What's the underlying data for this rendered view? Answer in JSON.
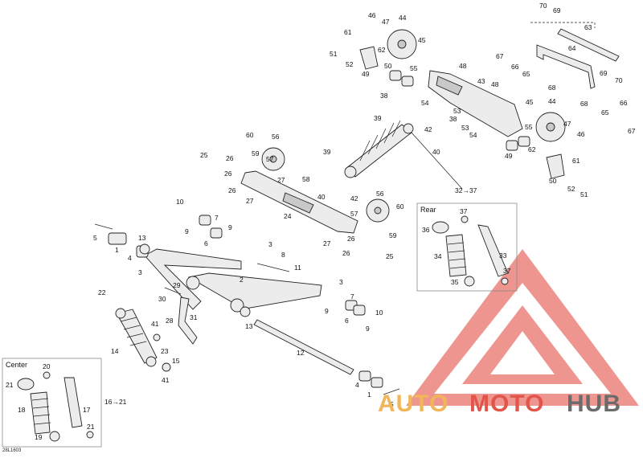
{
  "drawing_ref": "28L1603",
  "inset_center": {
    "title": "Center",
    "range_label": "16→21",
    "callouts": [
      "20",
      "21",
      "18",
      "17",
      "19",
      "21"
    ]
  },
  "inset_rear": {
    "title": "Rear",
    "range_label": "32→37",
    "callouts": [
      "37",
      "36",
      "34",
      "33",
      "35",
      "37"
    ]
  },
  "watermark": {
    "part1": "AUTO",
    "part2": "MOTO",
    "part3": "HUB",
    "color_auto": "#f2b65a",
    "color_moto": "#e2554a",
    "color_hub": "#6b6b6b"
  },
  "callouts": [
    "46",
    "47",
    "44",
    "61",
    "51",
    "52",
    "62",
    "45",
    "50",
    "49",
    "55",
    "48",
    "43",
    "48",
    "70",
    "69",
    "63",
    "67",
    "66",
    "65",
    "64",
    "68",
    "69",
    "70",
    "68",
    "66",
    "65",
    "67",
    "38",
    "54",
    "53",
    "45",
    "44",
    "39",
    "42",
    "40",
    "38",
    "53",
    "54",
    "62",
    "47",
    "46",
    "55",
    "49",
    "61",
    "50",
    "52",
    "51",
    "60",
    "56",
    "59",
    "57",
    "25",
    "26",
    "26",
    "26",
    "27",
    "39",
    "58",
    "40",
    "42",
    "27",
    "56",
    "60",
    "57",
    "59",
    "26",
    "26",
    "25",
    "24",
    "27",
    "10",
    "9",
    "7",
    "6",
    "9",
    "5",
    "1",
    "4",
    "13",
    "3",
    "8",
    "11",
    "3",
    "2",
    "3",
    "22",
    "29",
    "30",
    "28",
    "31",
    "14",
    "41",
    "23",
    "15",
    "41",
    "9",
    "7",
    "6",
    "10",
    "9",
    "13",
    "12",
    "4",
    "1",
    "5"
  ]
}
